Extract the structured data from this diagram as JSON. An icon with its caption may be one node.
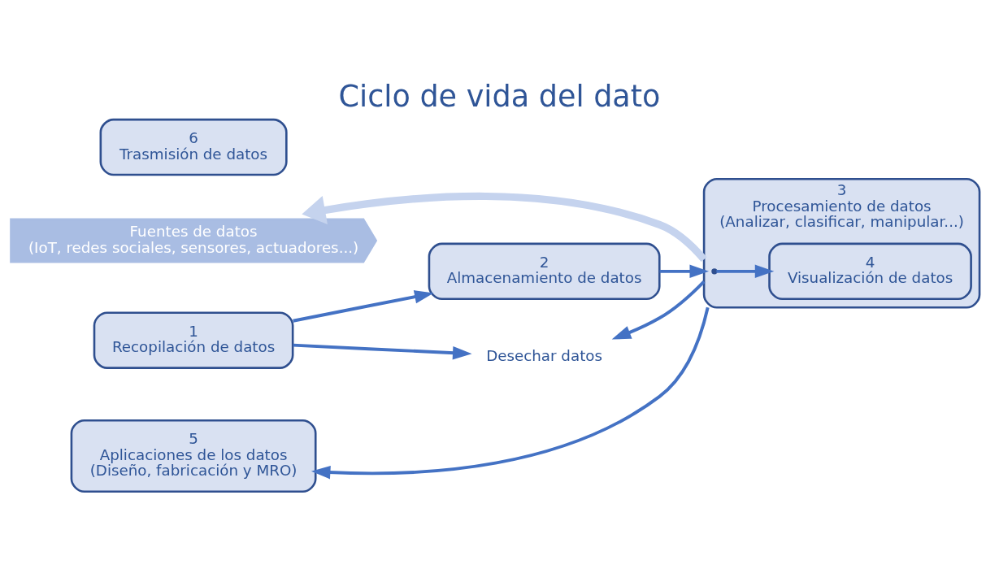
{
  "diagram": {
    "title": "Ciclo de vida del dato",
    "nodes": [
      {
        "text": [
          "Fuentes de datos",
          "(IoT, redes sociales, sensores, actuadores...)"
        ]
      },
      {
        "text": [
          "1",
          "Recopilación de datos"
        ]
      },
      {
        "text": [
          "2",
          "Almacenamiento de datos"
        ]
      },
      {
        "text": [
          "Desechar datos"
        ]
      },
      {
        "text": [
          "3",
          "Procesamiento de datos",
          "(Analizar, clasificar, manipular...)"
        ]
      },
      {
        "text": [
          "4",
          "Visualización de datos"
        ],
        "in": 4
      },
      {
        "text": [
          "5",
          "Aplicaciones de los datos",
          "(Diseño, fabricación y MRO)"
        ]
      },
      {
        "text": [
          "6",
          "Trasmisión de datos"
        ]
      }
    ],
    "edges": [
      {
        "from": 1,
        "to": 2,
        "arrow": "to"
      },
      {
        "from": 1,
        "to": 3,
        "arrow": "to"
      },
      {
        "from": 2,
        "to": 4,
        "arrow": "to"
      },
      {
        "from": 4,
        "to": 3,
        "arrow": "to"
      },
      {
        "from": 4,
        "to": 5,
        "arrow": "to"
      },
      {
        "from": 4,
        "to": 6,
        "arrow": "to"
      },
      {
        "from": 4,
        "to": 0,
        "arrow": "to",
        "style": "thick",
        "color": "#c5d3ee"
      }
    ]
  }
}
